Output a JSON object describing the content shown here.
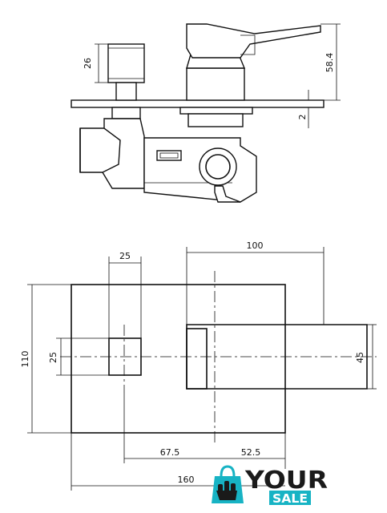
{
  "side_view": {
    "dims": {
      "handle_height": "26",
      "total_height": "58.4",
      "plate_offset": "2"
    }
  },
  "top_view": {
    "dims": {
      "cap_width": "25",
      "lever_length": "100",
      "plate_height": "110",
      "cap_height": "25",
      "lever_height": "45",
      "inlet_offset": "67.5",
      "outlet_offset": "52.5",
      "total_width": "160"
    }
  },
  "logo": {
    "word_1": "YOUR",
    "word_2": "SALE",
    "accent_color": "#17b3c4"
  }
}
